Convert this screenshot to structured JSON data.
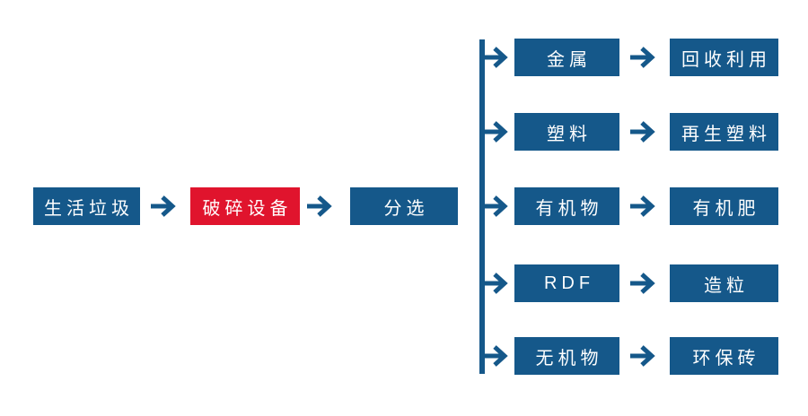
{
  "flowchart": {
    "main_flow": [
      {
        "id": "household-waste",
        "label": "生活垃圾",
        "color": "#15588A"
      },
      {
        "id": "crushing-equipment",
        "label": "破碎设备",
        "color": "#E0142D",
        "highlighted": true
      },
      {
        "id": "sorting",
        "label": "分选",
        "color": "#15588A"
      }
    ],
    "branches": [
      {
        "category": "金属",
        "output": "回收利用"
      },
      {
        "category": "塑料",
        "output": "再生塑料"
      },
      {
        "category": "有机物",
        "output": "有机肥"
      },
      {
        "category": "RDF",
        "output": "造粒"
      },
      {
        "category": "无机物",
        "output": "环保砖"
      }
    ],
    "colors": {
      "node_blue": "#15588A",
      "node_red": "#E0142D",
      "arrow": "#15588A",
      "connector_line": "#15588A",
      "label_text": "#FFFFFF",
      "background": "#FFFFFF"
    }
  }
}
